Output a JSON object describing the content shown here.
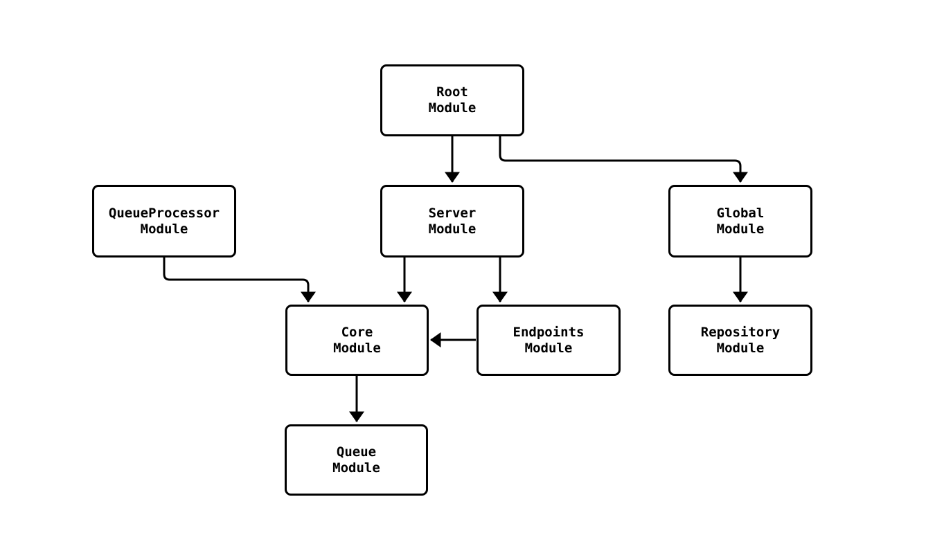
{
  "page": {
    "background_color": "#ffffff",
    "stroke_color": "#000000",
    "node_fill_color": "#ffffff"
  },
  "diagram": {
    "type": "flowchart",
    "direction": "top-down",
    "nodes": {
      "root": {
        "label": "Root\nModule"
      },
      "queueprocessor": {
        "label": "QueueProcessor\nModule"
      },
      "server": {
        "label": "Server\nModule"
      },
      "global": {
        "label": "Global\nModule"
      },
      "core": {
        "label": "Core\nModule"
      },
      "endpoints": {
        "label": "Endpoints\nModule"
      },
      "repository": {
        "label": "Repository\nModule"
      },
      "queue": {
        "label": "Queue\nModule"
      }
    },
    "edges": [
      {
        "from": "Root Module",
        "to": "Server Module"
      },
      {
        "from": "Root Module",
        "to": "Global Module"
      },
      {
        "from": "QueueProcessor Module",
        "to": "Core Module"
      },
      {
        "from": "Server Module",
        "to": "Core Module"
      },
      {
        "from": "Server Module",
        "to": "Endpoints Module"
      },
      {
        "from": "Endpoints Module",
        "to": "Core Module"
      },
      {
        "from": "Global Module",
        "to": "Repository Module"
      },
      {
        "from": "Core Module",
        "to": "Queue Module"
      }
    ]
  }
}
